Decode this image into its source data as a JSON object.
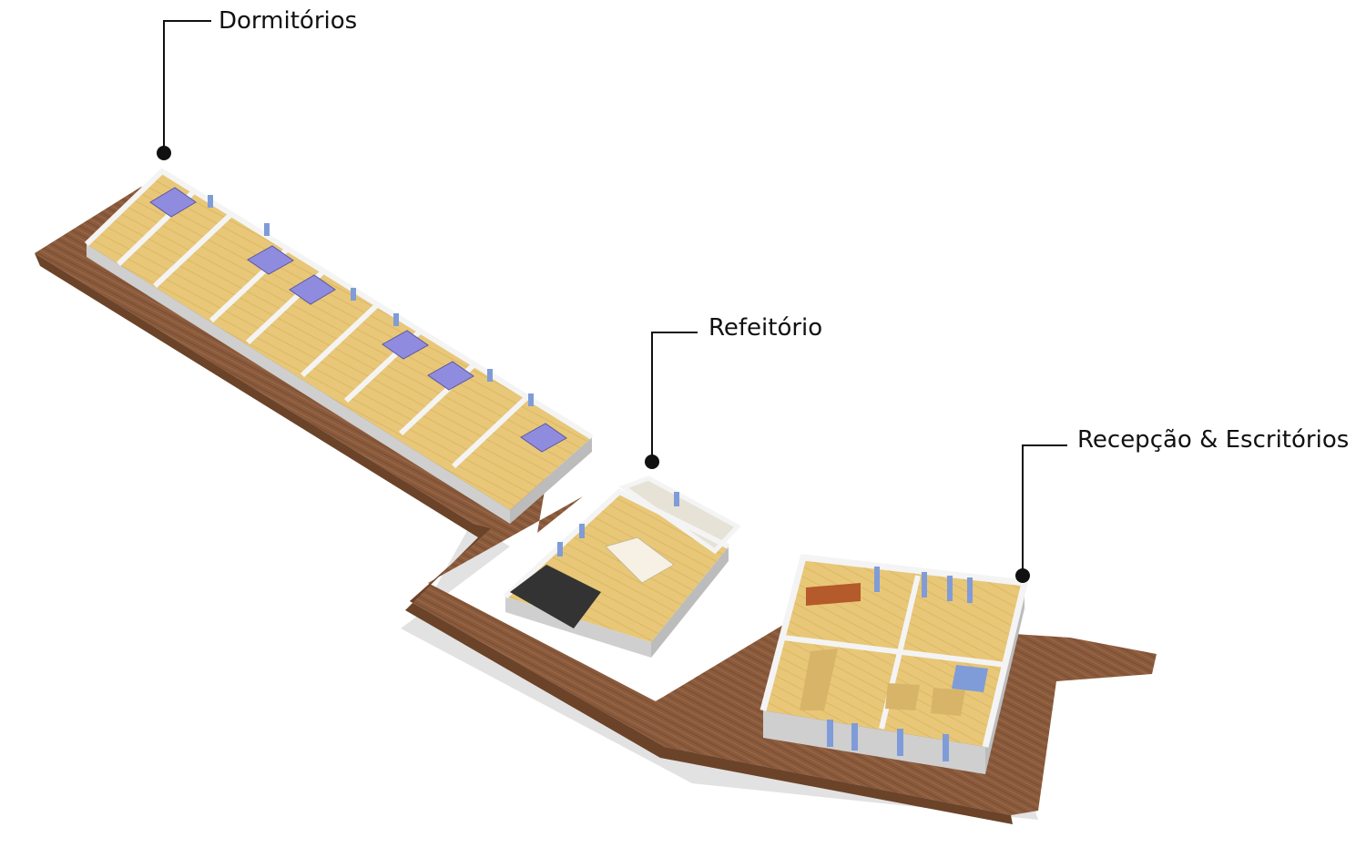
{
  "callouts": {
    "dormitorios": "Dormitórios",
    "refeitorio": "Refeitório",
    "recepcao": "Recepção & Escritórios"
  },
  "colors": {
    "deck": "#8a5a3c",
    "deck_edge": "#6b4329",
    "wall_top": "#f4f4f4",
    "wall_side": "#cfcfcf",
    "floor": "#e8c778",
    "floor_shade": "#d9b260",
    "bed": "#8f8ce0",
    "glass": "#7f9cd8",
    "shadow": "#dddddd",
    "callout_line": "#111111"
  }
}
